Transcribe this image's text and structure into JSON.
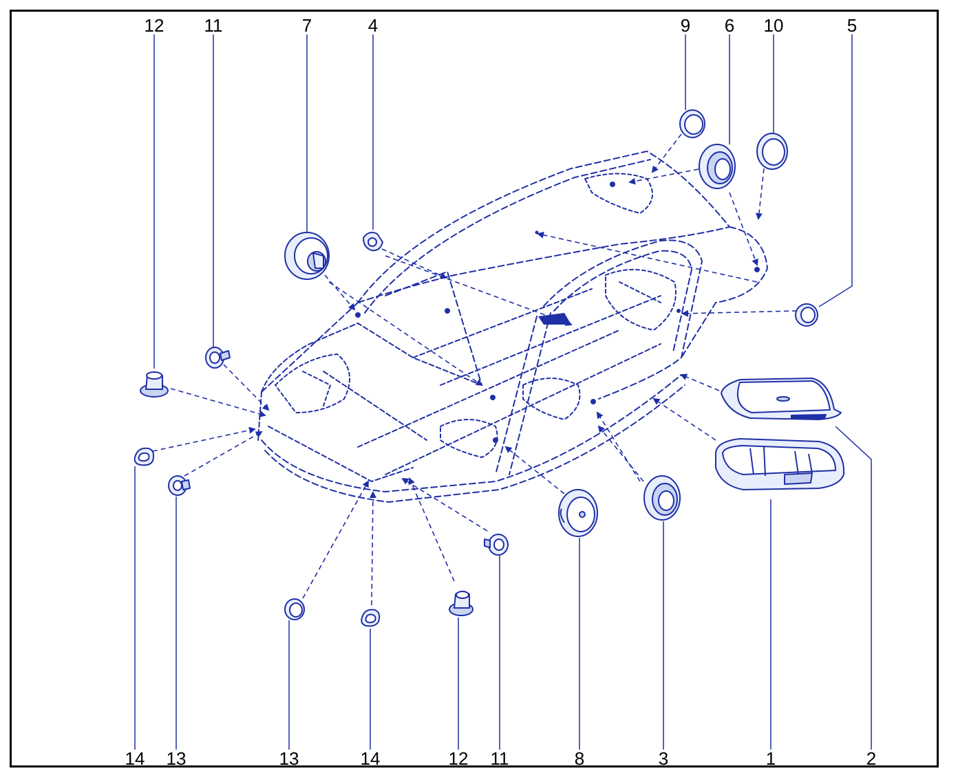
{
  "colors": {
    "line": "#1f2fa6",
    "fill_light": "#e8eefc",
    "fill_mid": "#c9d4f3",
    "text": "#000000",
    "border": "#000000"
  },
  "callouts": {
    "top": [
      "12",
      "11",
      "7",
      "4",
      "9",
      "6",
      "10",
      "5"
    ],
    "bottom": [
      "14",
      "13",
      "13",
      "14",
      "12",
      "11",
      "8",
      "3",
      "1",
      "2"
    ]
  }
}
